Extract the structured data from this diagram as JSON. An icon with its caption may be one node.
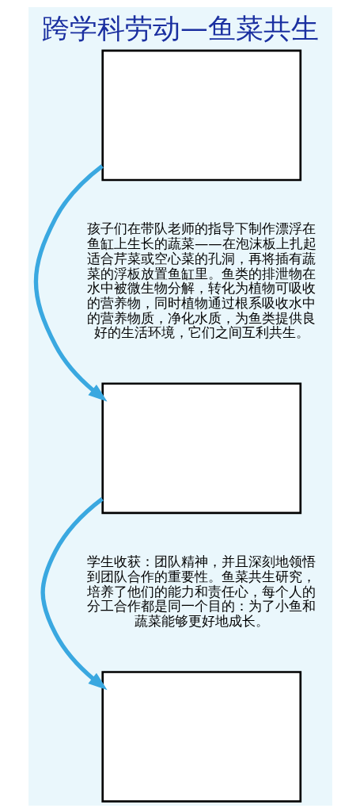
{
  "diagram": {
    "title": "跨学科劳动—鱼菜共生",
    "nodes": [
      {
        "text": [],
        "shape": "box"
      },
      {
        "text": [],
        "shape": "box"
      },
      {
        "text": [],
        "shape": "box"
      }
    ],
    "edges": [
      {
        "from": 0,
        "to": 1,
        "arrow": "to"
      },
      {
        "from": 1,
        "to": 2,
        "arrow": "to"
      }
    ],
    "labels": [
      "孩子们在带队老师的指导下制作漂浮在鱼缸上生长的蔬菜——在泡沫板上扎起适合芹菜或空心菜的孔洞，再将插有蔬菜的浮板放置鱼缸里。鱼类的排泄物在水中被微生物分解，转化为植物可吸收的营养物，同时植物通过根系吸收水中的营养物质，净化水质，为鱼类提供良好的生活环境，它们之间互利共生。",
      "学生收获：团队精神，并且深刻地领悟到团队合作的重要性。鱼菜共生研究，培养了他们的能力和责任心，每个人的分工合作都是同一个目的：为了小鱼和蔬菜能够更好地成长。"
    ]
  }
}
